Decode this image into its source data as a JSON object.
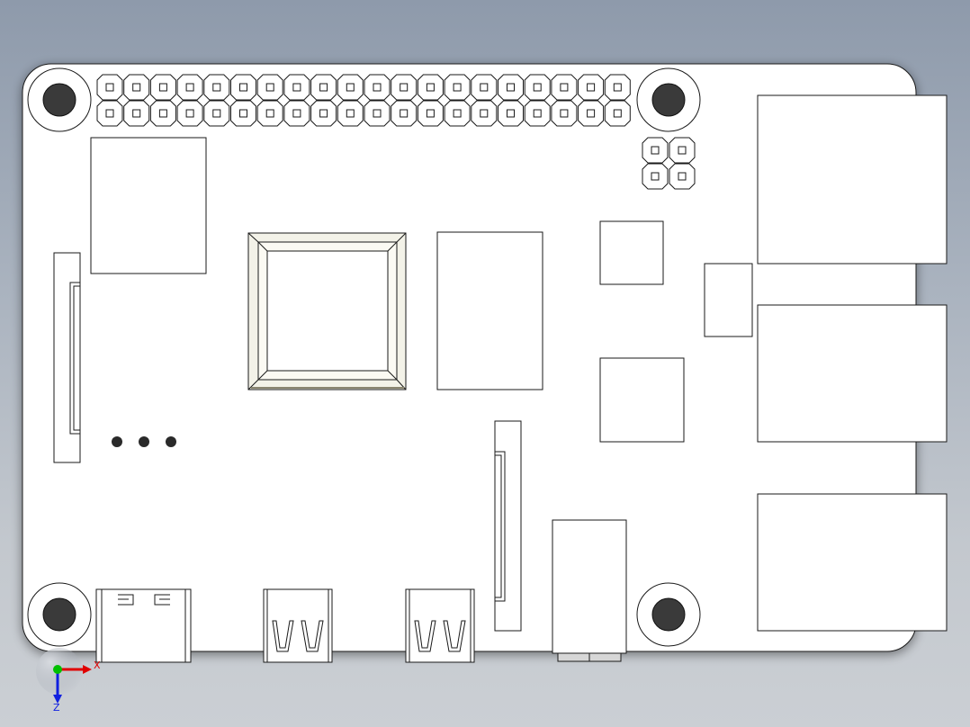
{
  "viewport": {
    "background_top": "#8e9aab",
    "background_bottom": "#cbcfd4"
  },
  "board": {
    "fill": "#ffffff",
    "outline": "#1a1a1a",
    "gpio_header": {
      "rows": 2,
      "pins_per_row": 20
    },
    "poe_header": {
      "rows": 2,
      "pins_per_row": 2
    },
    "mounting_holes": 4,
    "indicator_dots": 3
  },
  "triad": {
    "x_label": "X",
    "z_label": "Z",
    "x_color": "#e00000",
    "y_color": "#00c000",
    "z_color": "#1020e0"
  }
}
